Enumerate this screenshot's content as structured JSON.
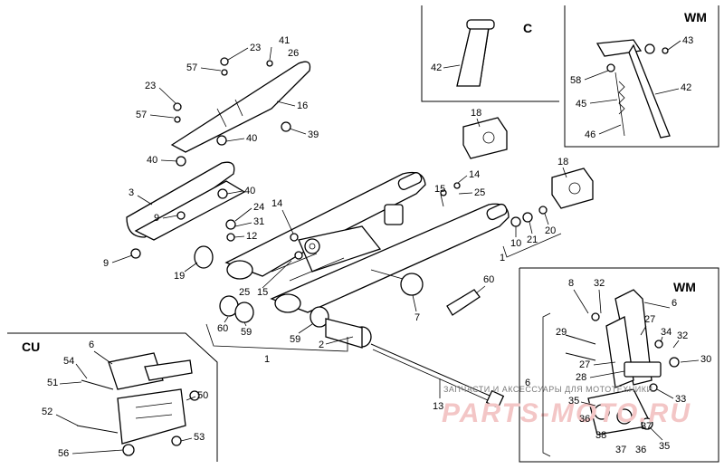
{
  "insets": {
    "c": {
      "title": "C"
    },
    "wm_top": {
      "title": "WM"
    },
    "wm_bottom": {
      "title": "WM"
    },
    "cu": {
      "title": "CU"
    }
  },
  "watermark": {
    "text": "ЗАПЧАСТИ И АКСЕССУАРЫ ДЛЯ МОТОТЕХНИКИ",
    "site": "PARTS-MOTO.RU"
  },
  "callouts": {
    "main": [
      "41",
      "26",
      "23",
      "57",
      "23",
      "57",
      "16",
      "39",
      "40",
      "40",
      "40",
      "3",
      "24",
      "9",
      "31",
      "12",
      "9",
      "14",
      "14",
      "15",
      "25",
      "18",
      "18",
      "10",
      "21",
      "20",
      "19",
      "25",
      "15",
      "60",
      "59",
      "60",
      "7",
      "59",
      "2",
      "1",
      "1",
      "13"
    ],
    "c": [
      "42"
    ],
    "wm_top": [
      "43",
      "58",
      "45",
      "46",
      "42"
    ],
    "wm_bottom": [
      "8",
      "32",
      "6",
      "29",
      "27",
      "34",
      "32",
      "30",
      "27",
      "28",
      "33",
      "35",
      "36",
      "37",
      "38",
      "37",
      "36",
      "35",
      "6"
    ],
    "cu": [
      "6",
      "54",
      "51",
      "50",
      "52",
      "53",
      "56"
    ]
  }
}
